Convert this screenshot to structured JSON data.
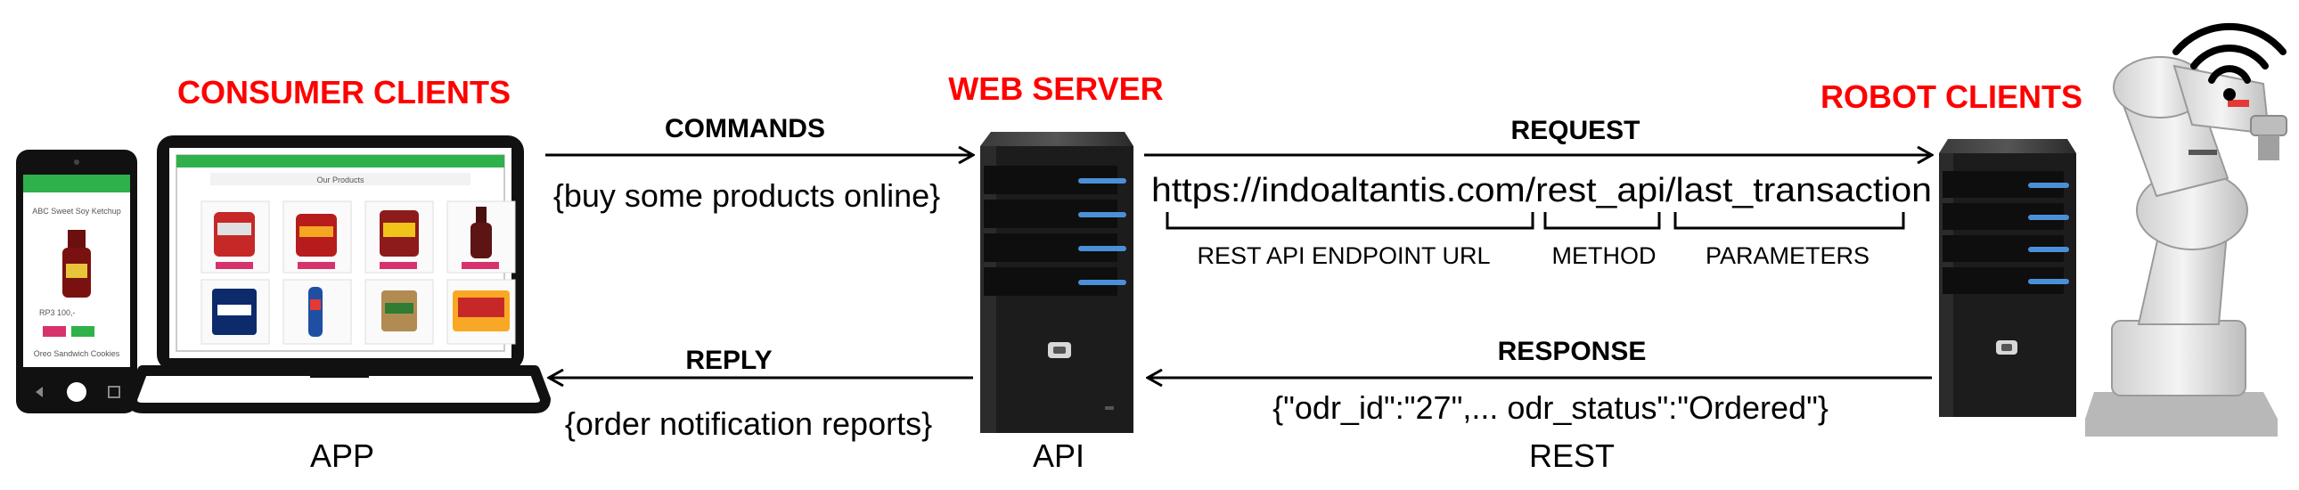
{
  "title_consumer": "CONSUMER CLIENTS",
  "title_server": "WEB SERVER",
  "title_robot": "ROBOT CLIENTS",
  "label_commands": "COMMANDS",
  "label_commands_desc": "{buy some products online}",
  "label_reply": "REPLY",
  "label_reply_desc": "{order notification reports}",
  "label_request": "REQUEST",
  "label_url": "https://indoaltantis.com/rest_api/last_transaction",
  "label_endpoint": "REST API ENDPOINT URL",
  "label_method": "METHOD",
  "label_parameters": "PARAMETERS",
  "label_response": "RESPONSE",
  "label_response_desc": "{\"odr_id\":\"27\",... odr_status\":\"Ordered\"}",
  "label_app": "APP",
  "label_api": "API",
  "label_rest": "REST",
  "screen": {
    "phone_product": "ABC Sweet Soy Ketchup",
    "phone_price": "RP3 100,-",
    "phone_footer": "Oreo Sandwich Cookies",
    "laptop_header": "Our Products"
  },
  "colors": {
    "title": "#ff0000",
    "screen_green": "#2eb14a",
    "server_body": "#1c1c1c",
    "server_accent": "#4a90d9"
  }
}
